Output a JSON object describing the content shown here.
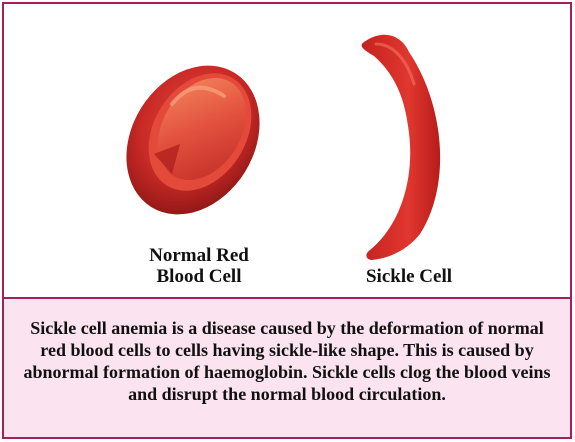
{
  "labels": {
    "normal_cell": "Normal Red\nBlood Cell",
    "sickle_cell": "Sickle Cell"
  },
  "caption": "Sickle cell anemia is a disease caused by the deformation of normal red blood cells to cells having sickle-like shape. This is caused by abnormal formation of haemoglobin. Sickle cells clog the blood veins and disrupt the normal blood circulation.",
  "colors": {
    "border": "#a3205e",
    "caption_background": "#fbe3ef",
    "cell_red": "#d3312d",
    "cell_highlight": "#f06a4c"
  }
}
